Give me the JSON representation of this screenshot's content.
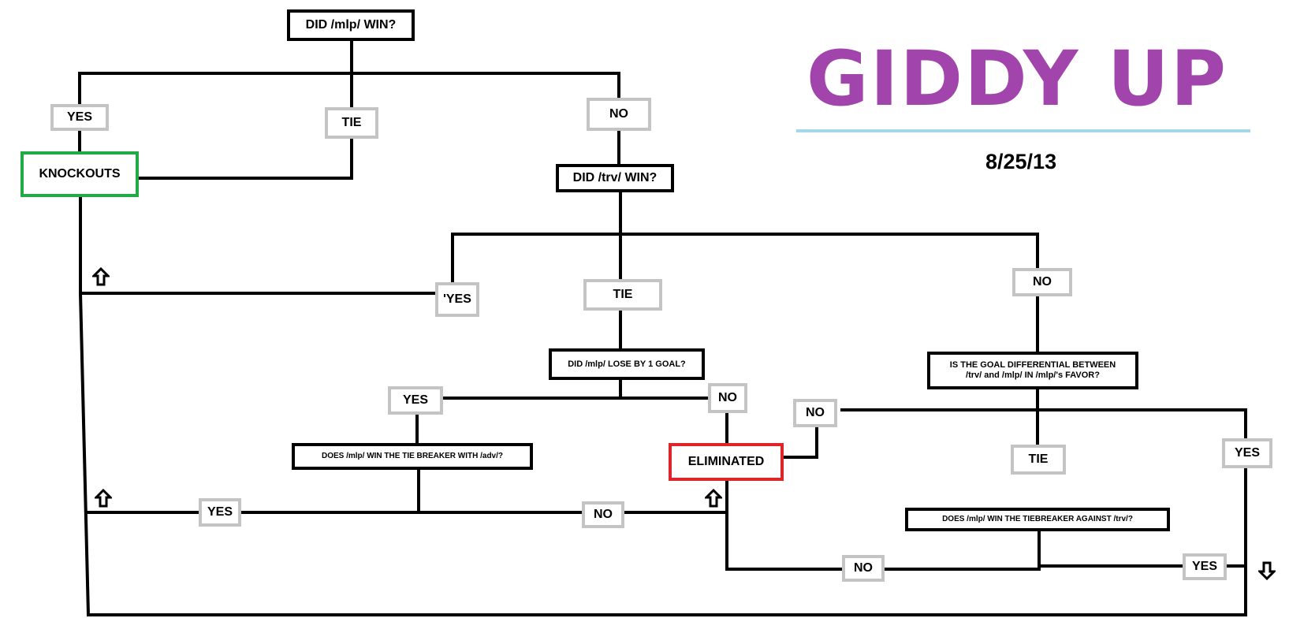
{
  "header": {
    "title": "GIDDY UP",
    "date": "8/25/13"
  },
  "nodes": {
    "q_mlp_win": "DID /mlp/ WIN?",
    "a_yes_1": "YES",
    "a_tie_1": "TIE",
    "a_no_1": "NO",
    "knockouts": "KNOCKOUTS",
    "q_trv_win": "DID /trv/ WIN?",
    "a_yes_2": "'YES",
    "a_tie_2": "TIE",
    "a_no_2": "NO",
    "q_lose_by_1": "DID /mlp/ LOSE BY 1 GOAL?",
    "a_yes_3": "YES",
    "a_no_3": "NO",
    "q_goal_diff_1": "IS THE GOAL DIFFERENTIAL BETWEEN",
    "q_goal_diff_2": "/trv/ and /mlp/ IN /mlp/'s FAVOR?",
    "a_no_4": "NO",
    "a_yes_4": "YES",
    "q_tiebreak_adv": "DOES /mlp/ WIN THE TIE BREAKER WITH /adv/?",
    "eliminated": "ELIMINATED",
    "a_tie_3": "TIE",
    "a_yes_5": "YES",
    "a_no_5": "NO",
    "q_tiebreak_trv": "DOES /mlp/ WIN THE TIEBREAKER AGAINST /trv/?",
    "a_no_6": "NO",
    "a_yes_6": "YES"
  },
  "arrows": [
    "up-arrow",
    "up-arrow",
    "up-arrow",
    "down-arrow"
  ]
}
